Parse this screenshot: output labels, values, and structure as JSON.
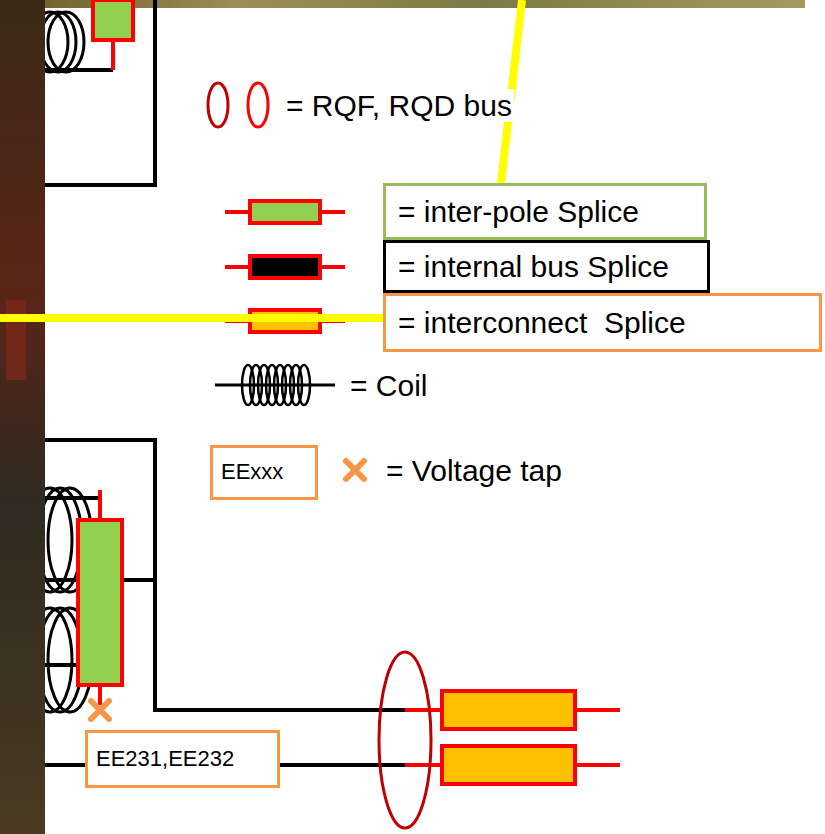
{
  "diagram": {
    "nodes": [
      {
        "text": [
          "= inter-pole Splice"
        ]
      },
      {
        "text": [
          "= internal bus Splice"
        ]
      },
      {
        "text": [
          "= interconnect  Splice"
        ]
      },
      {
        "text": [
          "EExxx"
        ]
      },
      {
        "text": [
          "EE231,EE232"
        ]
      }
    ],
    "labels": [
      "= RQF, RQD bus",
      "= Coil",
      "= Voltage tap"
    ]
  }
}
